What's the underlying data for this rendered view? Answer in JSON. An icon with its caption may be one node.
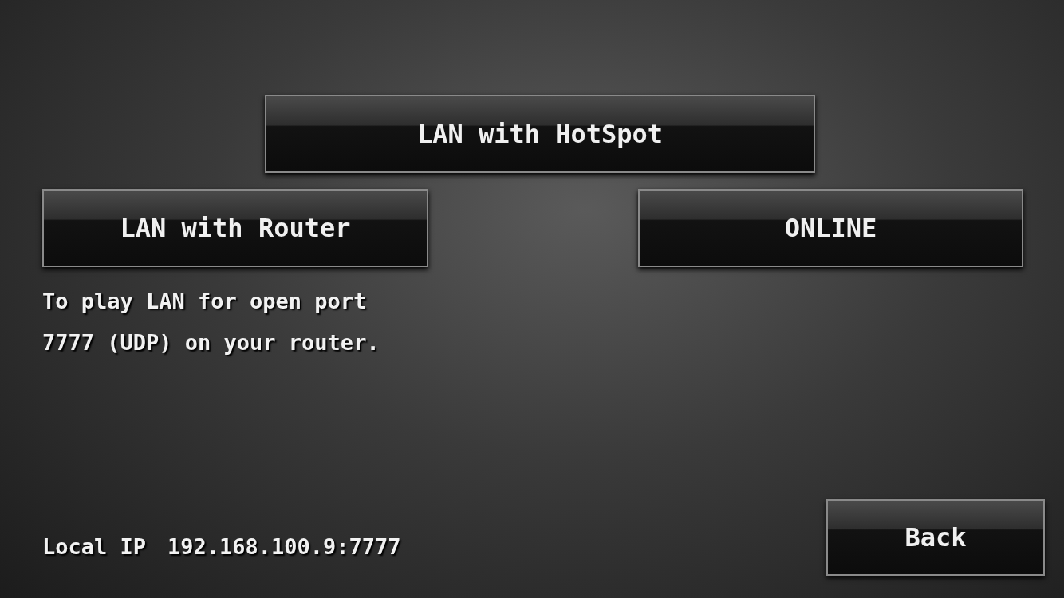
{
  "diagram": {
    "nodes": [
      {
        "text": [
          "LAN with HotSpot"
        ]
      },
      {
        "text": [
          "LAN with Router"
        ]
      },
      {
        "text": [
          "ONLINE"
        ]
      },
      {
        "text": [
          "Back"
        ]
      }
    ],
    "labels": [
      "To play LAN for open port 7777 (UDP) on your router.",
      "Local IP",
      "192.168.100.9:7777"
    ]
  }
}
